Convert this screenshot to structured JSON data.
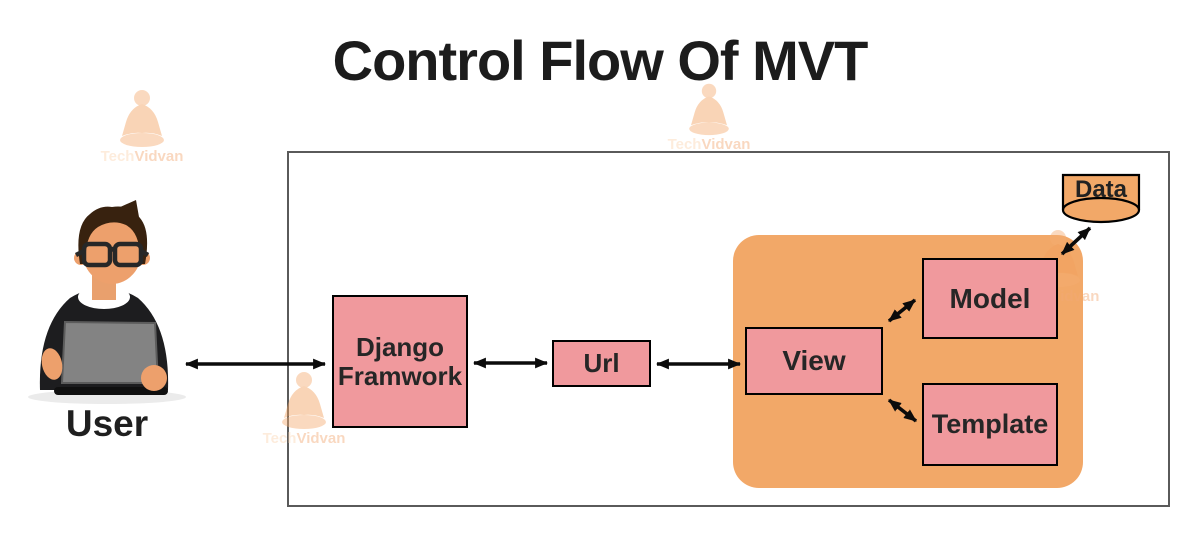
{
  "title": "Control Flow Of MVT",
  "watermark": {
    "first": "Tech",
    "second": "Vidvan"
  },
  "user": {
    "label": "User"
  },
  "nodes": {
    "django_line1": "Django",
    "django_line2": "Framwork",
    "url": "Url",
    "view": "View",
    "model": "Model",
    "template": "Template",
    "data": "Data"
  },
  "connections": [
    {
      "from": "User",
      "to": "Django Framwork",
      "bidirectional": true
    },
    {
      "from": "Django Framwork",
      "to": "Url",
      "bidirectional": true
    },
    {
      "from": "Url",
      "to": "View",
      "bidirectional": true
    },
    {
      "from": "View",
      "to": "Model",
      "bidirectional": true
    },
    {
      "from": "View",
      "to": "Template",
      "bidirectional": true
    },
    {
      "from": "Model",
      "to": "Data",
      "bidirectional": true
    }
  ],
  "colors": {
    "node_fill_pink": "#f0999d",
    "panel_orange": "#f2a868",
    "node_border": "#000000",
    "frame_border": "#5a5a5a",
    "arrow": "#0b0b0b",
    "title_text": "#1c1c1c",
    "watermark_orange": "#f6ad72"
  }
}
